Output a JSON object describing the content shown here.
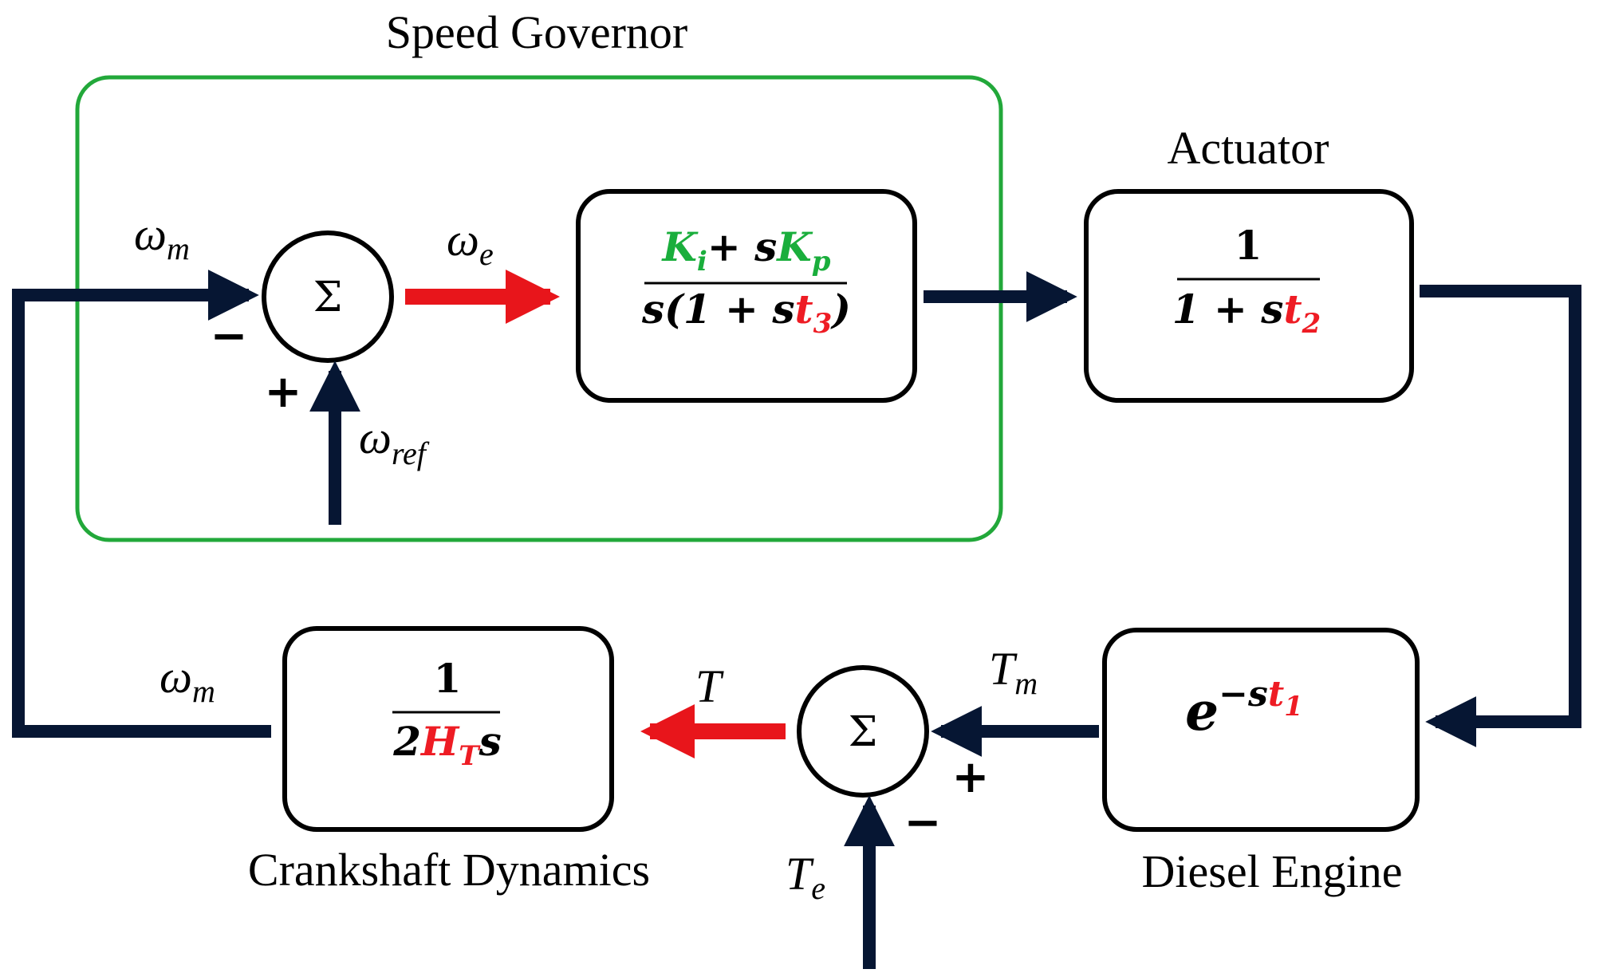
{
  "labels": {
    "speed_governor": "Speed Governor",
    "actuator": "Actuator",
    "diesel_engine": "Diesel Engine",
    "crankshaft": "Crankshaft Dynamics"
  },
  "summing_symbol": "Σ",
  "signals": {
    "omega_m_in": {
      "base": "ω",
      "sub": "m"
    },
    "omega_e": {
      "base": "ω",
      "sub": "e"
    },
    "omega_ref": {
      "base": "ω",
      "sub": "ref"
    },
    "omega_m_out": {
      "base": "ω",
      "sub": "m"
    },
    "T": "T",
    "T_m": {
      "base": "T",
      "sub": "m"
    },
    "T_e": {
      "base": "T",
      "sub": "e"
    }
  },
  "signs": {
    "sum1_minus": "−",
    "sum1_plus": "+",
    "sum2_plus": "+",
    "sum2_minus": "−"
  },
  "governor_tf": {
    "num": [
      "K",
      "i",
      "+ s",
      "K",
      "p"
    ],
    "den": [
      "s(1 + s",
      "t",
      "3",
      ")"
    ]
  },
  "actuator_tf": {
    "num": "1",
    "den": [
      "1 + s",
      "t",
      "2"
    ]
  },
  "engine_tf": {
    "base": "e",
    "exp": [
      "−s",
      "t",
      "1"
    ]
  },
  "crankshaft_tf": {
    "num": "1",
    "den": [
      "2",
      "H",
      "T",
      "s"
    ]
  },
  "colors": {
    "green_frame": "#22a83a",
    "param_green": "#1aae3c",
    "param_red": "#ee1c24",
    "arrow_red": "#e8151b",
    "line_dark": "#061633"
  }
}
